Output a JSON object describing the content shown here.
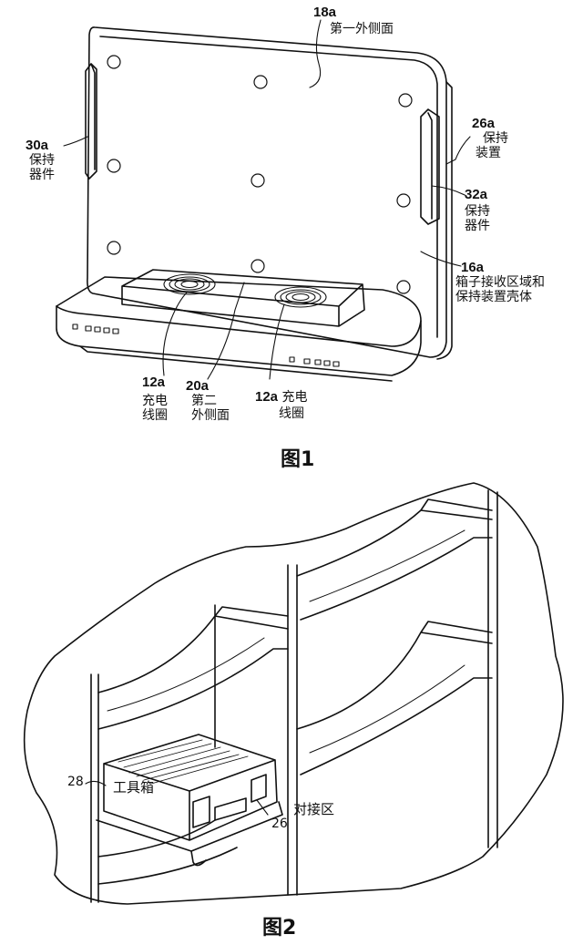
{
  "figure1": {
    "caption": "图1",
    "labels": {
      "r18a": "18a",
      "t18a": "第一外侧面",
      "r26a": "26a",
      "t26a_1": "保持",
      "t26a_2": "装置",
      "r30a": "30a",
      "t30a_1": "保持",
      "t30a_2": "器件",
      "r32a": "32a",
      "t32a_1": "保持",
      "t32a_2": "器件",
      "r16a": "16a",
      "t16a_1": "箱子接收区域和",
      "t16a_2": "保持装置壳体",
      "r12a_left": "12a",
      "t12a_left_1": "充电",
      "t12a_left_2": "线圈",
      "r20a": "20a",
      "t20a_1": "第二",
      "t20a_2": "外侧面",
      "r12a_right": "12a",
      "t12a_right_1": "充电",
      "t12a_right_2": "线圈"
    }
  },
  "figure2": {
    "caption": "图2",
    "labels": {
      "r28": "28",
      "t28": "工具箱",
      "r26": "26",
      "t26": "对接区"
    }
  }
}
